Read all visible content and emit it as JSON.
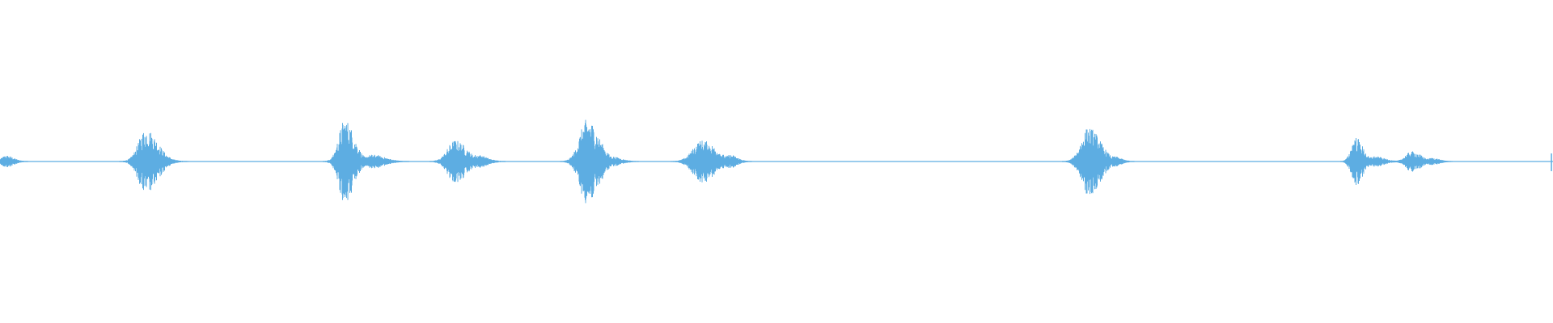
{
  "waveform": {
    "color": "#5dade2",
    "baseline_color": "#5dade2",
    "bursts": [
      {
        "center": 0.004,
        "amplitude": 0.035,
        "spread": 0.006
      },
      {
        "center": 0.094,
        "amplitude": 0.2,
        "spread": 0.01
      },
      {
        "center": 0.222,
        "amplitude": 0.26,
        "spread": 0.008
      },
      {
        "center": 0.24,
        "amplitude": 0.04,
        "spread": 0.01
      },
      {
        "center": 0.293,
        "amplitude": 0.13,
        "spread": 0.01
      },
      {
        "center": 0.307,
        "amplitude": 0.04,
        "spread": 0.008
      },
      {
        "center": 0.378,
        "amplitude": 0.26,
        "spread": 0.01
      },
      {
        "center": 0.393,
        "amplitude": 0.03,
        "spread": 0.008
      },
      {
        "center": 0.452,
        "amplitude": 0.13,
        "spread": 0.012
      },
      {
        "center": 0.47,
        "amplitude": 0.04,
        "spread": 0.006
      },
      {
        "center": 0.701,
        "amplitude": 0.21,
        "spread": 0.01
      },
      {
        "center": 0.717,
        "amplitude": 0.03,
        "spread": 0.006
      },
      {
        "center": 0.873,
        "amplitude": 0.15,
        "spread": 0.006
      },
      {
        "center": 0.885,
        "amplitude": 0.03,
        "spread": 0.008
      },
      {
        "center": 0.909,
        "amplitude": 0.06,
        "spread": 0.008
      },
      {
        "center": 0.922,
        "amplitude": 0.02,
        "spread": 0.006
      }
    ],
    "end_marker": 0.999
  }
}
